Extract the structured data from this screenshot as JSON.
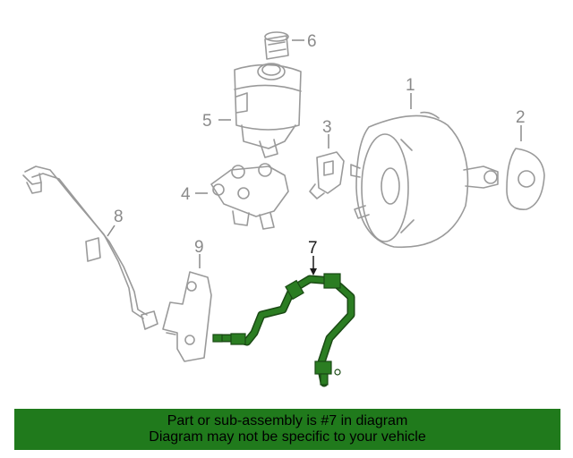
{
  "callouts": [
    {
      "id": "1",
      "label": "1"
    },
    {
      "id": "2",
      "label": "2"
    },
    {
      "id": "3",
      "label": "3"
    },
    {
      "id": "4",
      "label": "4"
    },
    {
      "id": "5",
      "label": "5"
    },
    {
      "id": "6",
      "label": "6"
    },
    {
      "id": "7",
      "label": "7"
    },
    {
      "id": "8",
      "label": "8"
    },
    {
      "id": "9",
      "label": "9"
    }
  ],
  "highlight_color": "#207a1c",
  "hose_color": "#2b7d22",
  "banner": {
    "line1": "Part or sub-assembly is #7 in diagram",
    "line2": "Diagram may not be specific to your vehicle"
  }
}
